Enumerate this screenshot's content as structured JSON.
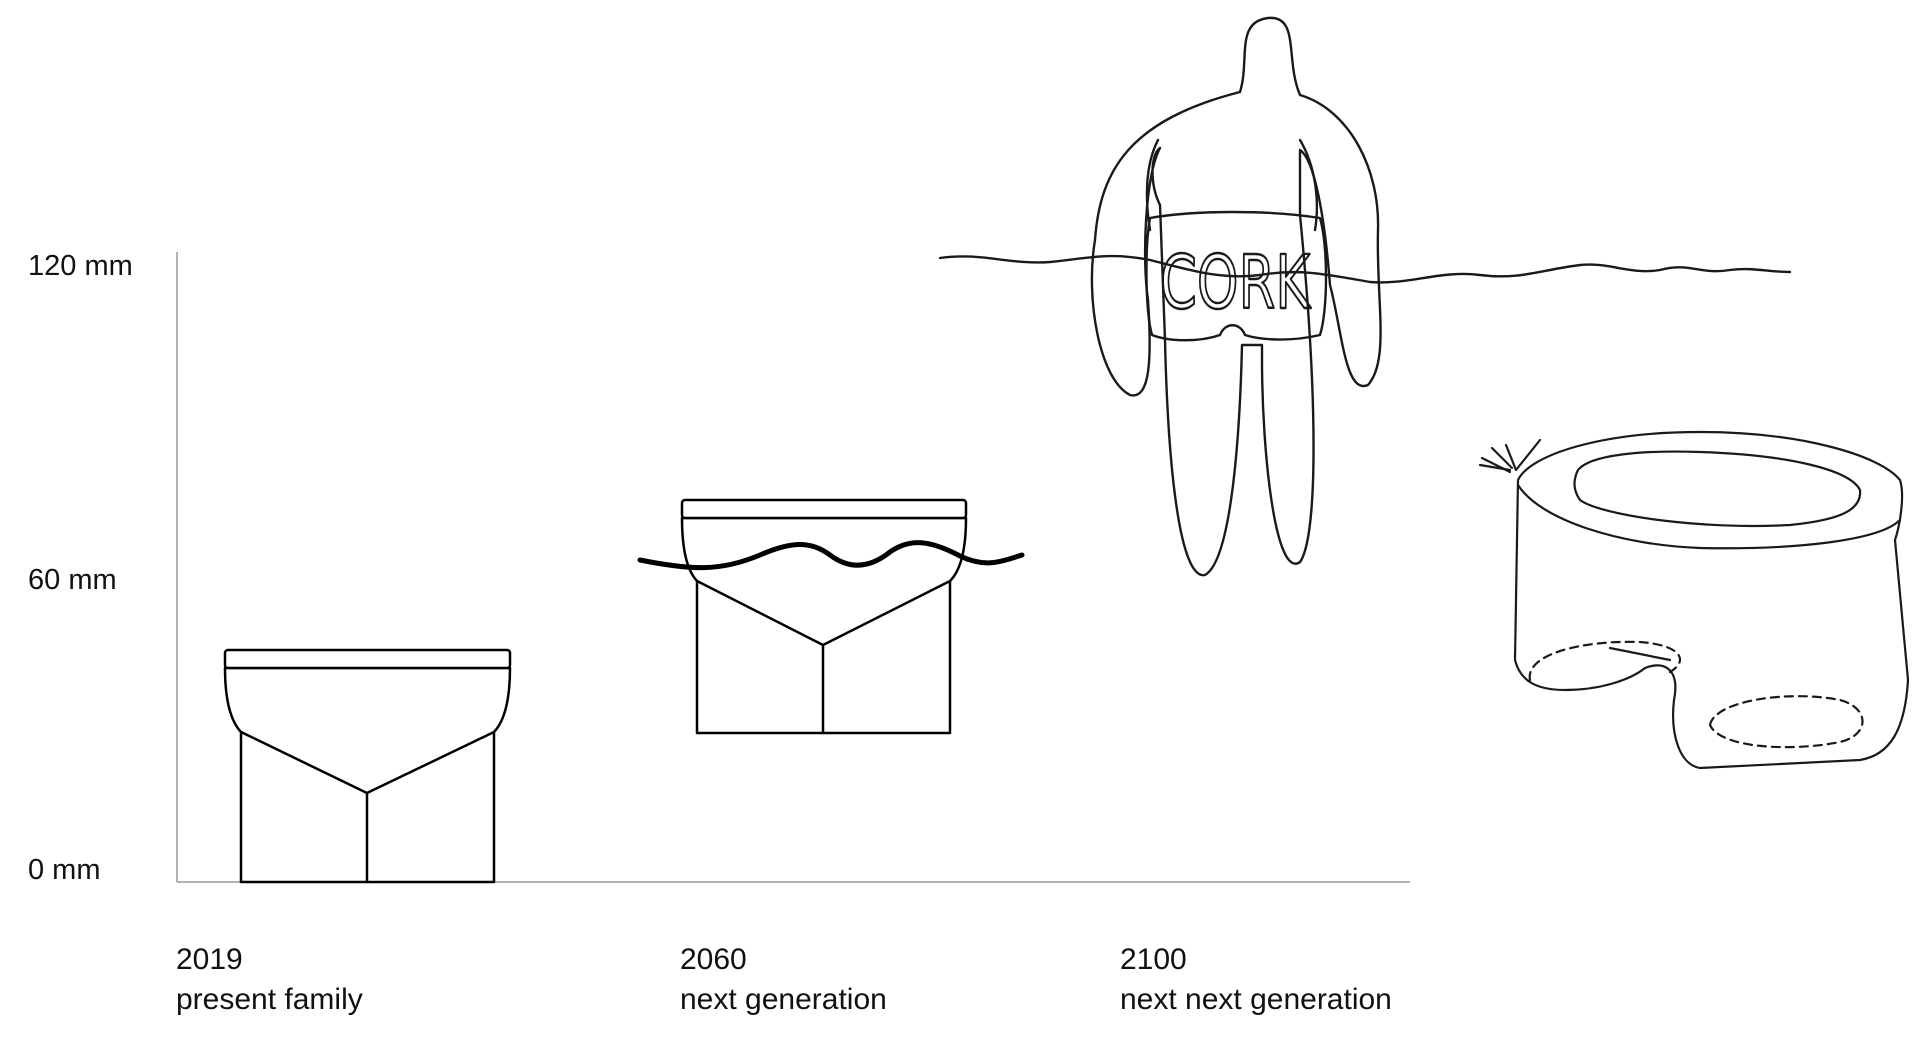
{
  "axis": {
    "y_ticks": [
      {
        "label": "120 mm",
        "value": 120
      },
      {
        "label": "60 mm",
        "value": 60
      },
      {
        "label": "0 mm",
        "value": 0
      }
    ]
  },
  "eras": [
    {
      "year": "2019",
      "caption": "present family"
    },
    {
      "year": "2060",
      "caption": "next generation"
    },
    {
      "year": "2100",
      "caption": "next next generation"
    }
  ],
  "sketch": {
    "belt_text": "CORK"
  },
  "colors": {
    "ink": "#000000",
    "axis_line": "#999999",
    "background": "#ffffff"
  },
  "icons": [
    "person-with-cork-belt-sketch",
    "water-line",
    "cork-stool-sketch",
    "pointer-arrow"
  ]
}
